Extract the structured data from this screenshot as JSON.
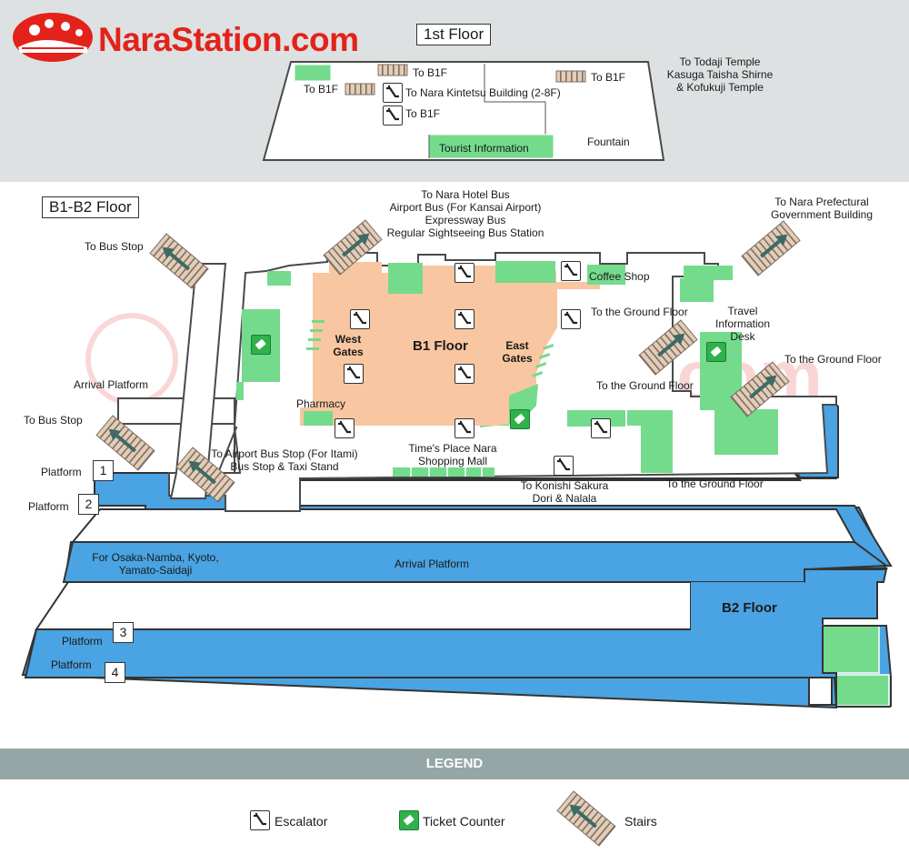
{
  "brand": {
    "name": "NaraStation.com",
    "watermark": "NaraStation.com",
    "color": "#e3221b"
  },
  "colors": {
    "b1_floor": "#f8c6a0",
    "b2_floor": "#4aa3e2",
    "facility": "#74db8c",
    "stairs": "#e4cdb7",
    "legend_bar": "#95a6a7"
  },
  "first_floor": {
    "title": "1st Floor",
    "labels": {
      "to_b1f_top": "To B1F",
      "to_b1f_left": "To B1F",
      "to_b1f_right": "To B1F",
      "to_b1f_lower": "To B1F",
      "kintetsu": "To Nara Kintetsu Building (2-8F)",
      "tourist_info": "Tourist Information",
      "fountain": "Fountain",
      "temples": [
        "To Todaji Temple",
        "Kasuga Taisha Shirne",
        "& Kofukuji Temple"
      ]
    }
  },
  "basement": {
    "title": "B1-B2 Floor",
    "b1_label": "B1 Floor",
    "b2_label": "B2 Floor",
    "labels": {
      "bus_top": [
        "To Nara Hotel Bus",
        "Airport Bus (For Kansai Airport)",
        "Expressway Bus",
        "Regular Sightseeing Bus Station"
      ],
      "prefectural": [
        "To Nara Prefectural",
        "Government Building"
      ],
      "to_bus_stop_top": "To Bus Stop",
      "to_bus_stop_left": "To Bus Stop",
      "coffee_shop": "Coffee Shop",
      "ground_floor_1": "To the Ground Floor",
      "ground_floor_2": "To the Ground Floor",
      "ground_floor_3": "To the Ground Floor",
      "ground_floor_4": "To the Ground Floor",
      "travel_info": [
        "Travel",
        "Information",
        "Desk"
      ],
      "west_gates": [
        "West",
        "Gates"
      ],
      "east_gates": [
        "East",
        "Gates"
      ],
      "pharmacy": "Pharmacy",
      "arrival_platform_left": "Arrival Platform",
      "arrival_platform_main": "Arrival Platform",
      "airport_bus_itami": [
        "To Airport Bus Stop (For Itami)",
        "Bus Stop & Taxi Stand"
      ],
      "times_place": [
        "Time's Place Nara",
        "Shopping Mall"
      ],
      "konishi": [
        "To Konishi Sakura",
        "Dori & Nalala"
      ],
      "osaka": [
        "For Osaka-Namba, Kyoto,",
        "Yamato-Saidaji"
      ]
    },
    "platforms": [
      {
        "label": "Platform",
        "num": "1"
      },
      {
        "label": "Platform",
        "num": "2"
      },
      {
        "label": "Platform",
        "num": "3"
      },
      {
        "label": "Platform",
        "num": "4"
      }
    ]
  },
  "legend": {
    "title": "LEGEND",
    "items": [
      {
        "icon": "escalator-icon",
        "label": "Escalator"
      },
      {
        "icon": "ticket-icon",
        "label": "Ticket Counter"
      },
      {
        "icon": "stairs-icon",
        "label": "Stairs"
      }
    ]
  }
}
